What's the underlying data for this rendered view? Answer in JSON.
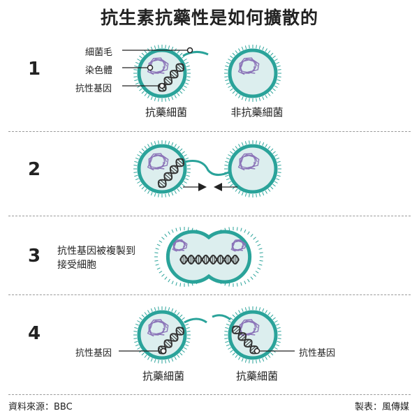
{
  "title": "抗生素抗藥性是如何擴散的",
  "steps": [
    {
      "number": "1"
    },
    {
      "number": "2"
    },
    {
      "number": "3"
    },
    {
      "number": "4"
    }
  ],
  "step1": {
    "label_pilus": "細菌毛",
    "label_chromosome": "染色體",
    "label_gene": "抗性基因",
    "caption_resistant": "抗藥細菌",
    "caption_nonresistant": "非抗藥細菌"
  },
  "step3": {
    "line1": "抗性基因被複製到",
    "line2": "接受細胞"
  },
  "step4": {
    "label_gene_left": "抗性基因",
    "label_gene_right": "抗性基因",
    "caption_left": "抗藥細菌",
    "caption_right": "抗藥細菌"
  },
  "footer": {
    "source": "資料來源：BBC",
    "credit": "製表：風傳媒"
  },
  "colors": {
    "cell_fill": "#dceeee",
    "cell_stroke": "#2aa39a",
    "chromosome": "#8b74b8",
    "dna": "#333333",
    "divider": "#9a9a9a"
  }
}
